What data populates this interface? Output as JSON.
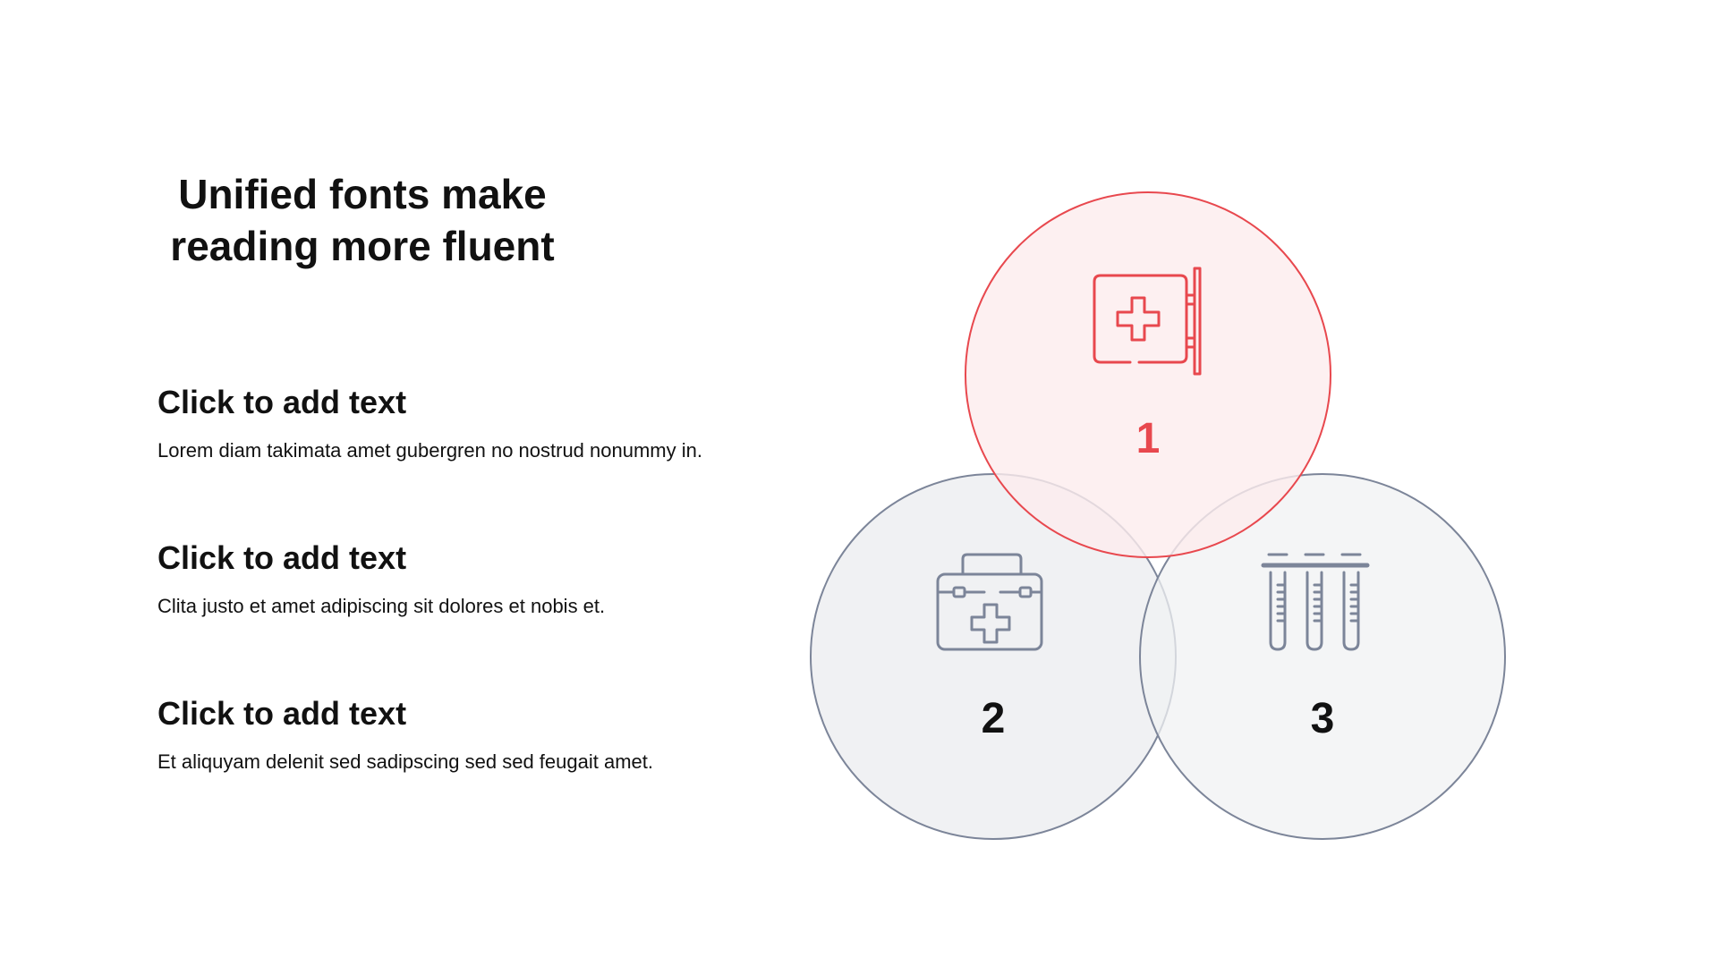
{
  "title": {
    "line1": "Unified fonts make",
    "line2": "reading more fluent"
  },
  "items": [
    {
      "heading": "Click to add text",
      "body": "Lorem diam takimata amet gubergren no nostrud nonummy in."
    },
    {
      "heading": "Click to add text",
      "body": "Clita justo et amet adipiscing sit dolores et nobis et."
    },
    {
      "heading": "Click to add text",
      "body": "Et aliquyam delenit sed sadipscing sed sed feugait amet."
    }
  ],
  "venn": {
    "circles": [
      {
        "number": "1",
        "icon": "hospital-sign-icon",
        "stroke": "#E8484E",
        "fill": "#FDECEE",
        "text_color": "#E8484E"
      },
      {
        "number": "2",
        "icon": "first-aid-kit-icon",
        "stroke": "#7C8599",
        "fill": "#F0F1F3",
        "text_color": "#111111"
      },
      {
        "number": "3",
        "icon": "test-tubes-icon",
        "stroke": "#7C8599",
        "fill": "#F0F1F3",
        "text_color": "#111111"
      }
    ]
  }
}
